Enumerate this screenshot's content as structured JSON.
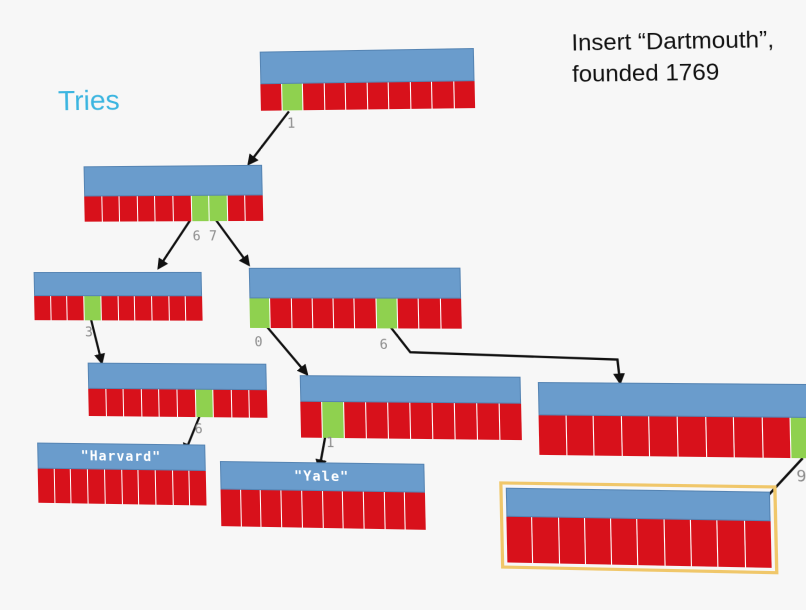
{
  "slide": {
    "title": "Tries",
    "caption_line1": "Insert “Dartmouth”,",
    "caption_line2": "founded 1769"
  },
  "nodes": {
    "root": {
      "header": "",
      "active_cells": [
        1
      ]
    },
    "level1": {
      "header": "",
      "active_cells": [
        6,
        7
      ]
    },
    "node_16": {
      "header": "",
      "active_cells": [
        3
      ]
    },
    "node_17": {
      "header": "",
      "active_cells": [
        0,
        6
      ]
    },
    "node_163": {
      "header": "",
      "active_cells": [
        6
      ]
    },
    "node_170": {
      "header": "",
      "active_cells": [
        1
      ]
    },
    "node_176": {
      "header": "",
      "active_cells": [
        9
      ]
    },
    "leaf_harvard": {
      "header": "\"Harvard\"",
      "active_cells": []
    },
    "leaf_yale": {
      "header": "\"Yale\"",
      "active_cells": []
    },
    "leaf_dartmouth": {
      "header": "",
      "active_cells": [],
      "highlighted": true
    }
  },
  "edge_labels": {
    "root_to_level1": "1",
    "level1_to_16": "6",
    "level1_to_17": "7",
    "n16_to_163": "3",
    "n17_to_170": "0",
    "n17_to_176": "6",
    "n163_to_harvard": "6",
    "n170_to_yale": "1",
    "n176_to_dartmouth": "9"
  },
  "colors": {
    "header": "#6a9ccc",
    "empty_cell": "#d8111b",
    "active_cell": "#8fd14f",
    "highlight": "#f0c76a",
    "title": "#3bb5e0"
  }
}
